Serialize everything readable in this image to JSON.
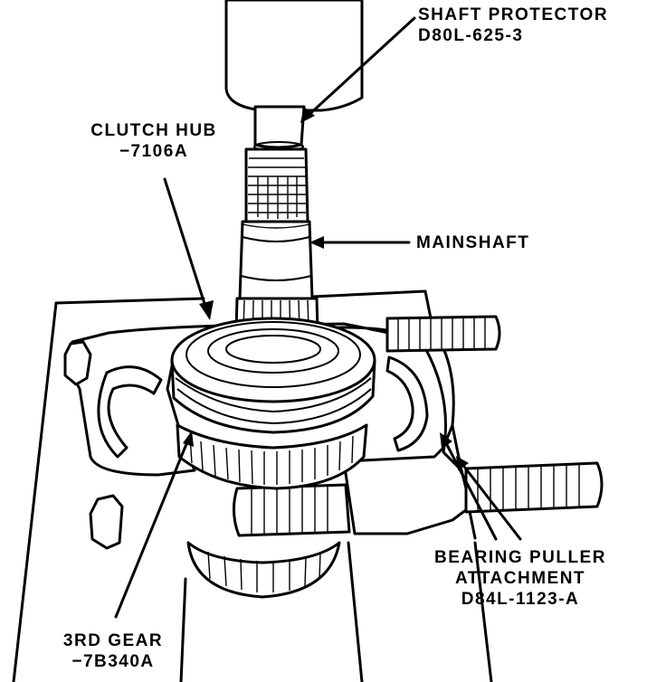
{
  "labels": {
    "shaft_protector": {
      "name": "SHAFT PROTECTOR",
      "part": "D80L-625-3"
    },
    "clutch_hub": {
      "name": "CLUTCH HUB",
      "part": "−7106A"
    },
    "mainshaft": {
      "name": "MAINSHAFT"
    },
    "bearing_puller": {
      "name": "BEARING PULLER",
      "line2": "ATTACHMENT",
      "part": "D84L-1123-A"
    },
    "third_gear": {
      "name": "3RD GEAR",
      "part": "−7B340A"
    }
  }
}
